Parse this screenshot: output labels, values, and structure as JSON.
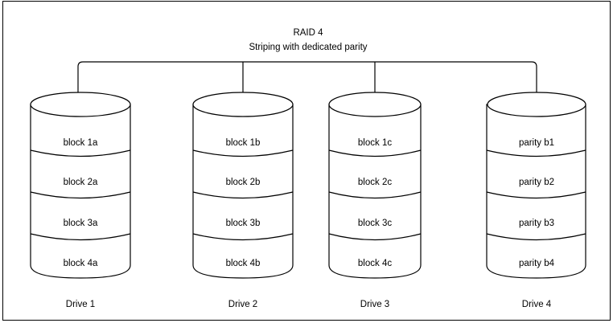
{
  "diagram": {
    "title_line1": "RAID 4",
    "title_line2": "Striping with dedicated parity",
    "stroke_color": "#000000",
    "background_color": "#ffffff",
    "border_color": "#000000",
    "drives": [
      {
        "label": "Drive 1",
        "blocks": [
          "block 1a",
          "block 2a",
          "block 3a",
          "block 4a"
        ]
      },
      {
        "label": "Drive 2",
        "blocks": [
          "block 1b",
          "block 2b",
          "block 3b",
          "block 4b"
        ]
      },
      {
        "label": "Drive 3",
        "blocks": [
          "block 1c",
          "block 2c",
          "block 3c",
          "block 4c"
        ]
      },
      {
        "label": "Drive 4",
        "blocks": [
          "parity b1",
          "parity b2",
          "parity b3",
          "parity b4"
        ]
      }
    ]
  }
}
